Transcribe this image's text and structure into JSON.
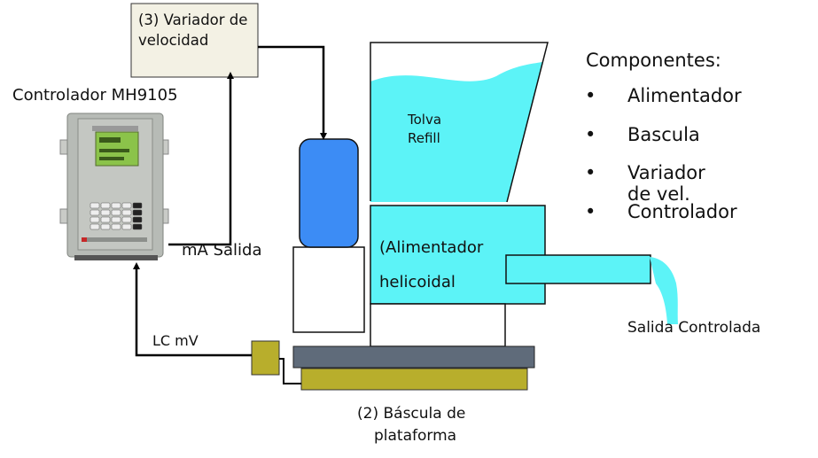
{
  "variador_box": {
    "line1": "(3) Variador de",
    "line2": "velocidad"
  },
  "controller": {
    "title": "Controlador MH9105",
    "output_label": "mA Salida",
    "input_label": "LC mV"
  },
  "hopper": {
    "line1": "Tolva",
    "line2": "Refill"
  },
  "feeder": {
    "line1": "(Alimentador",
    "line2": "helicoidal"
  },
  "outlet_label": "Salida Controlada",
  "scale": {
    "line1": "(2) Báscula de",
    "line2": "plataforma"
  },
  "components": {
    "title": "Componentes:",
    "bullet": "•",
    "items": [
      "Alimentador",
      "Bascula",
      "Variador de vel.",
      "Controlador"
    ]
  },
  "colors": {
    "cyan": "#5cf3f7",
    "motor_blue": "#3c8cf5",
    "scale_gray": "#5f6b7a",
    "scale_olive": "#b8ae2c",
    "box_beige": "#f3f1e4"
  }
}
